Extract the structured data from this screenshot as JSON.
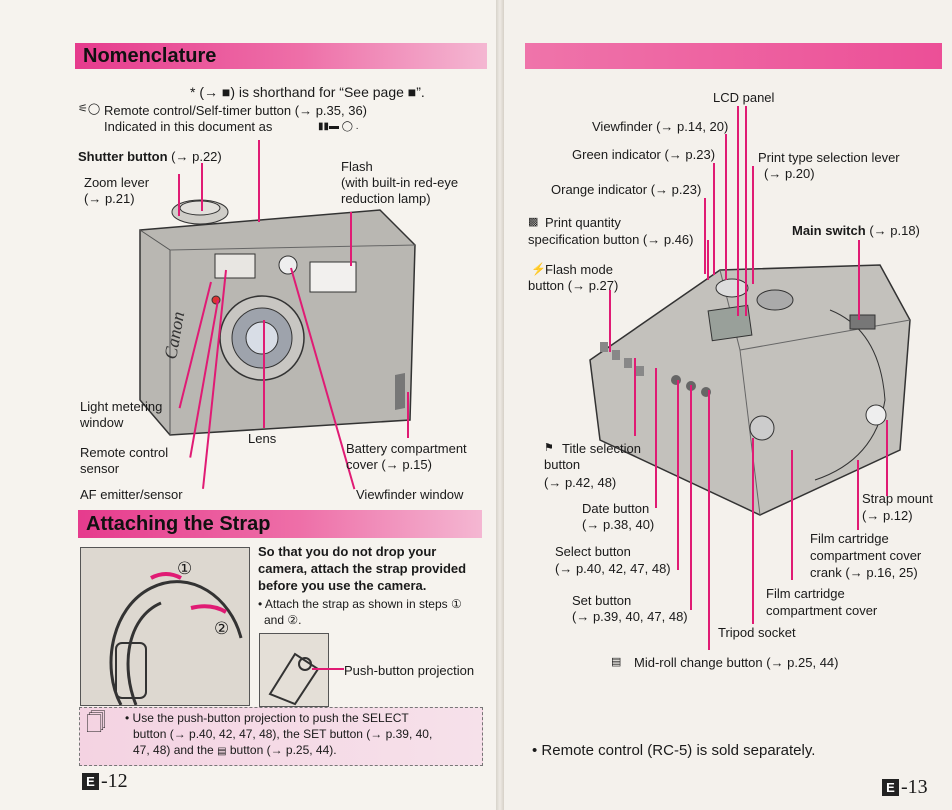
{
  "left_page": {
    "heading": "Nomenclature",
    "shorthand_note": "* (→ ■) is shorthand for “See page ■”.",
    "remote_line1": "Remote control/Self-timer button (→ p.35, 36)",
    "remote_line2": "Indicated in this document as",
    "shutter": {
      "label": "Shutter button",
      "ref": "(→ p.22)"
    },
    "zoom": [
      "Zoom lever",
      "(→ p.21)"
    ],
    "flash": [
      "Flash",
      "(with built-in red-eye",
      "reduction lamp)"
    ],
    "light_metering": [
      "Light metering",
      "window"
    ],
    "lens": "Lens",
    "remote_sensor": [
      "Remote control",
      "sensor"
    ],
    "battery": [
      "Battery compartment",
      "cover (→ p.15)"
    ],
    "af_emitter": "AF emitter/sensor",
    "viewfinder_window": "Viewfinder window",
    "strap_heading": "Attaching the Strap",
    "strap_bold": [
      "So that you do not drop your",
      "camera, attach the strap provided",
      "before you use the camera."
    ],
    "strap_step": [
      "• Attach the strap as shown in steps ①",
      "and ②."
    ],
    "step1": "①",
    "step2": "②",
    "push_button": "Push-button projection",
    "tip": [
      "• Use the push-button projection to push the SELECT",
      "button (→ p.40, 42, 47, 48), the SET button (→ p.39, 40,",
      "47, 48) and the",
      "button (→ p.25, 44)."
    ],
    "page_number": "-12",
    "page_letter": "E"
  },
  "right_page": {
    "lcd_panel": "LCD panel",
    "viewfinder": "Viewfinder (→ p.14, 20)",
    "green": "Green indicator (→ p.23)",
    "orange": "Orange indicator (→ p.23)",
    "print_type": [
      "Print type selection lever",
      "(→ p.20)"
    ],
    "print_quantity": [
      "Print quantity",
      "specification button (→ p.46)"
    ],
    "main_switch": {
      "label": "Main switch",
      "ref": "(→ p.18)"
    },
    "flash_mode": [
      "Flash mode",
      "button (→ p.27)"
    ],
    "title_selection": [
      "Title selection",
      "button",
      "(→ p.42, 48)"
    ],
    "date_button": [
      "Date button",
      "(→ p.38, 40)"
    ],
    "select_button": [
      "Select button",
      "(→ p.40, 42, 47, 48)"
    ],
    "set_button": [
      "Set button",
      "(→ p.39, 40, 47, 48)"
    ],
    "strap_mount": [
      "Strap mount",
      "(→ p.12)"
    ],
    "film_crank": [
      "Film cartridge",
      "compartment cover",
      "crank (→ p.16, 25)"
    ],
    "film_cover": [
      "Film cartridge",
      "compartment cover"
    ],
    "tripod": "Tripod socket",
    "midroll": "Mid-roll change button (→ p.25, 44)",
    "remote_note": "• Remote control (RC-5) is sold separately.",
    "page_number": "-13",
    "page_letter": "E"
  },
  "colors": {
    "band": "#e63b8d",
    "leader": "#e01b74",
    "tip_bg": "#f4d3e2"
  }
}
